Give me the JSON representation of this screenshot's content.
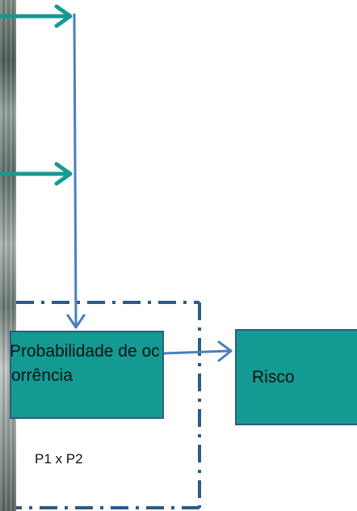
{
  "diagram": {
    "probability_box": {
      "label": "Probabilidade de ocorrência"
    },
    "risk_box": {
      "label": "Risco"
    },
    "formula": "P1 x P2"
  },
  "colors": {
    "box_fill": "#139a92",
    "box_border": "#2d5a86",
    "input_arrow": "#139a92",
    "connector": "#4a7fbf",
    "dashed_border": "#2d5a86"
  }
}
